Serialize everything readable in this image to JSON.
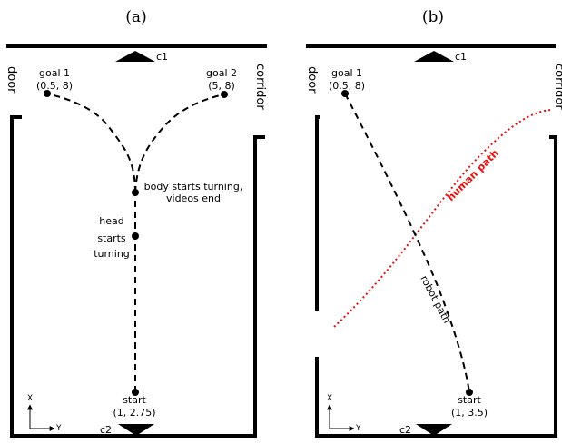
{
  "figure": {
    "panel_a": {
      "label": "(a)",
      "camera_top": "c1",
      "camera_bottom": "c2",
      "side_left": "door",
      "side_right": "corridor",
      "goal1": {
        "label": "goal 1",
        "coords": "(0.5, 8)"
      },
      "goal2": {
        "label": "goal 2",
        "coords": "(5, 8)"
      },
      "body_turn": {
        "line1": "body starts turning,",
        "line2": "videos end"
      },
      "head_turn": {
        "line1": "head",
        "line2": "starts",
        "line3": "turning"
      },
      "start": {
        "label": "start",
        "coords": "(1, 2.75)"
      },
      "axis_x": "X",
      "axis_y": "Y"
    },
    "panel_b": {
      "label": "(b)",
      "camera_top": "c1",
      "camera_bottom": "c2",
      "side_left": "door",
      "side_right": "corridor",
      "goal1": {
        "label": "goal 1",
        "coords": "(0.5, 8)"
      },
      "human_path": "human path",
      "robot_path": "robot path",
      "start": {
        "label": "start",
        "coords": "(1, 3.5)"
      },
      "axis_x": "X",
      "axis_y": "Y"
    },
    "colors": {
      "human_path": "#e8110f",
      "line": "#000000"
    }
  }
}
